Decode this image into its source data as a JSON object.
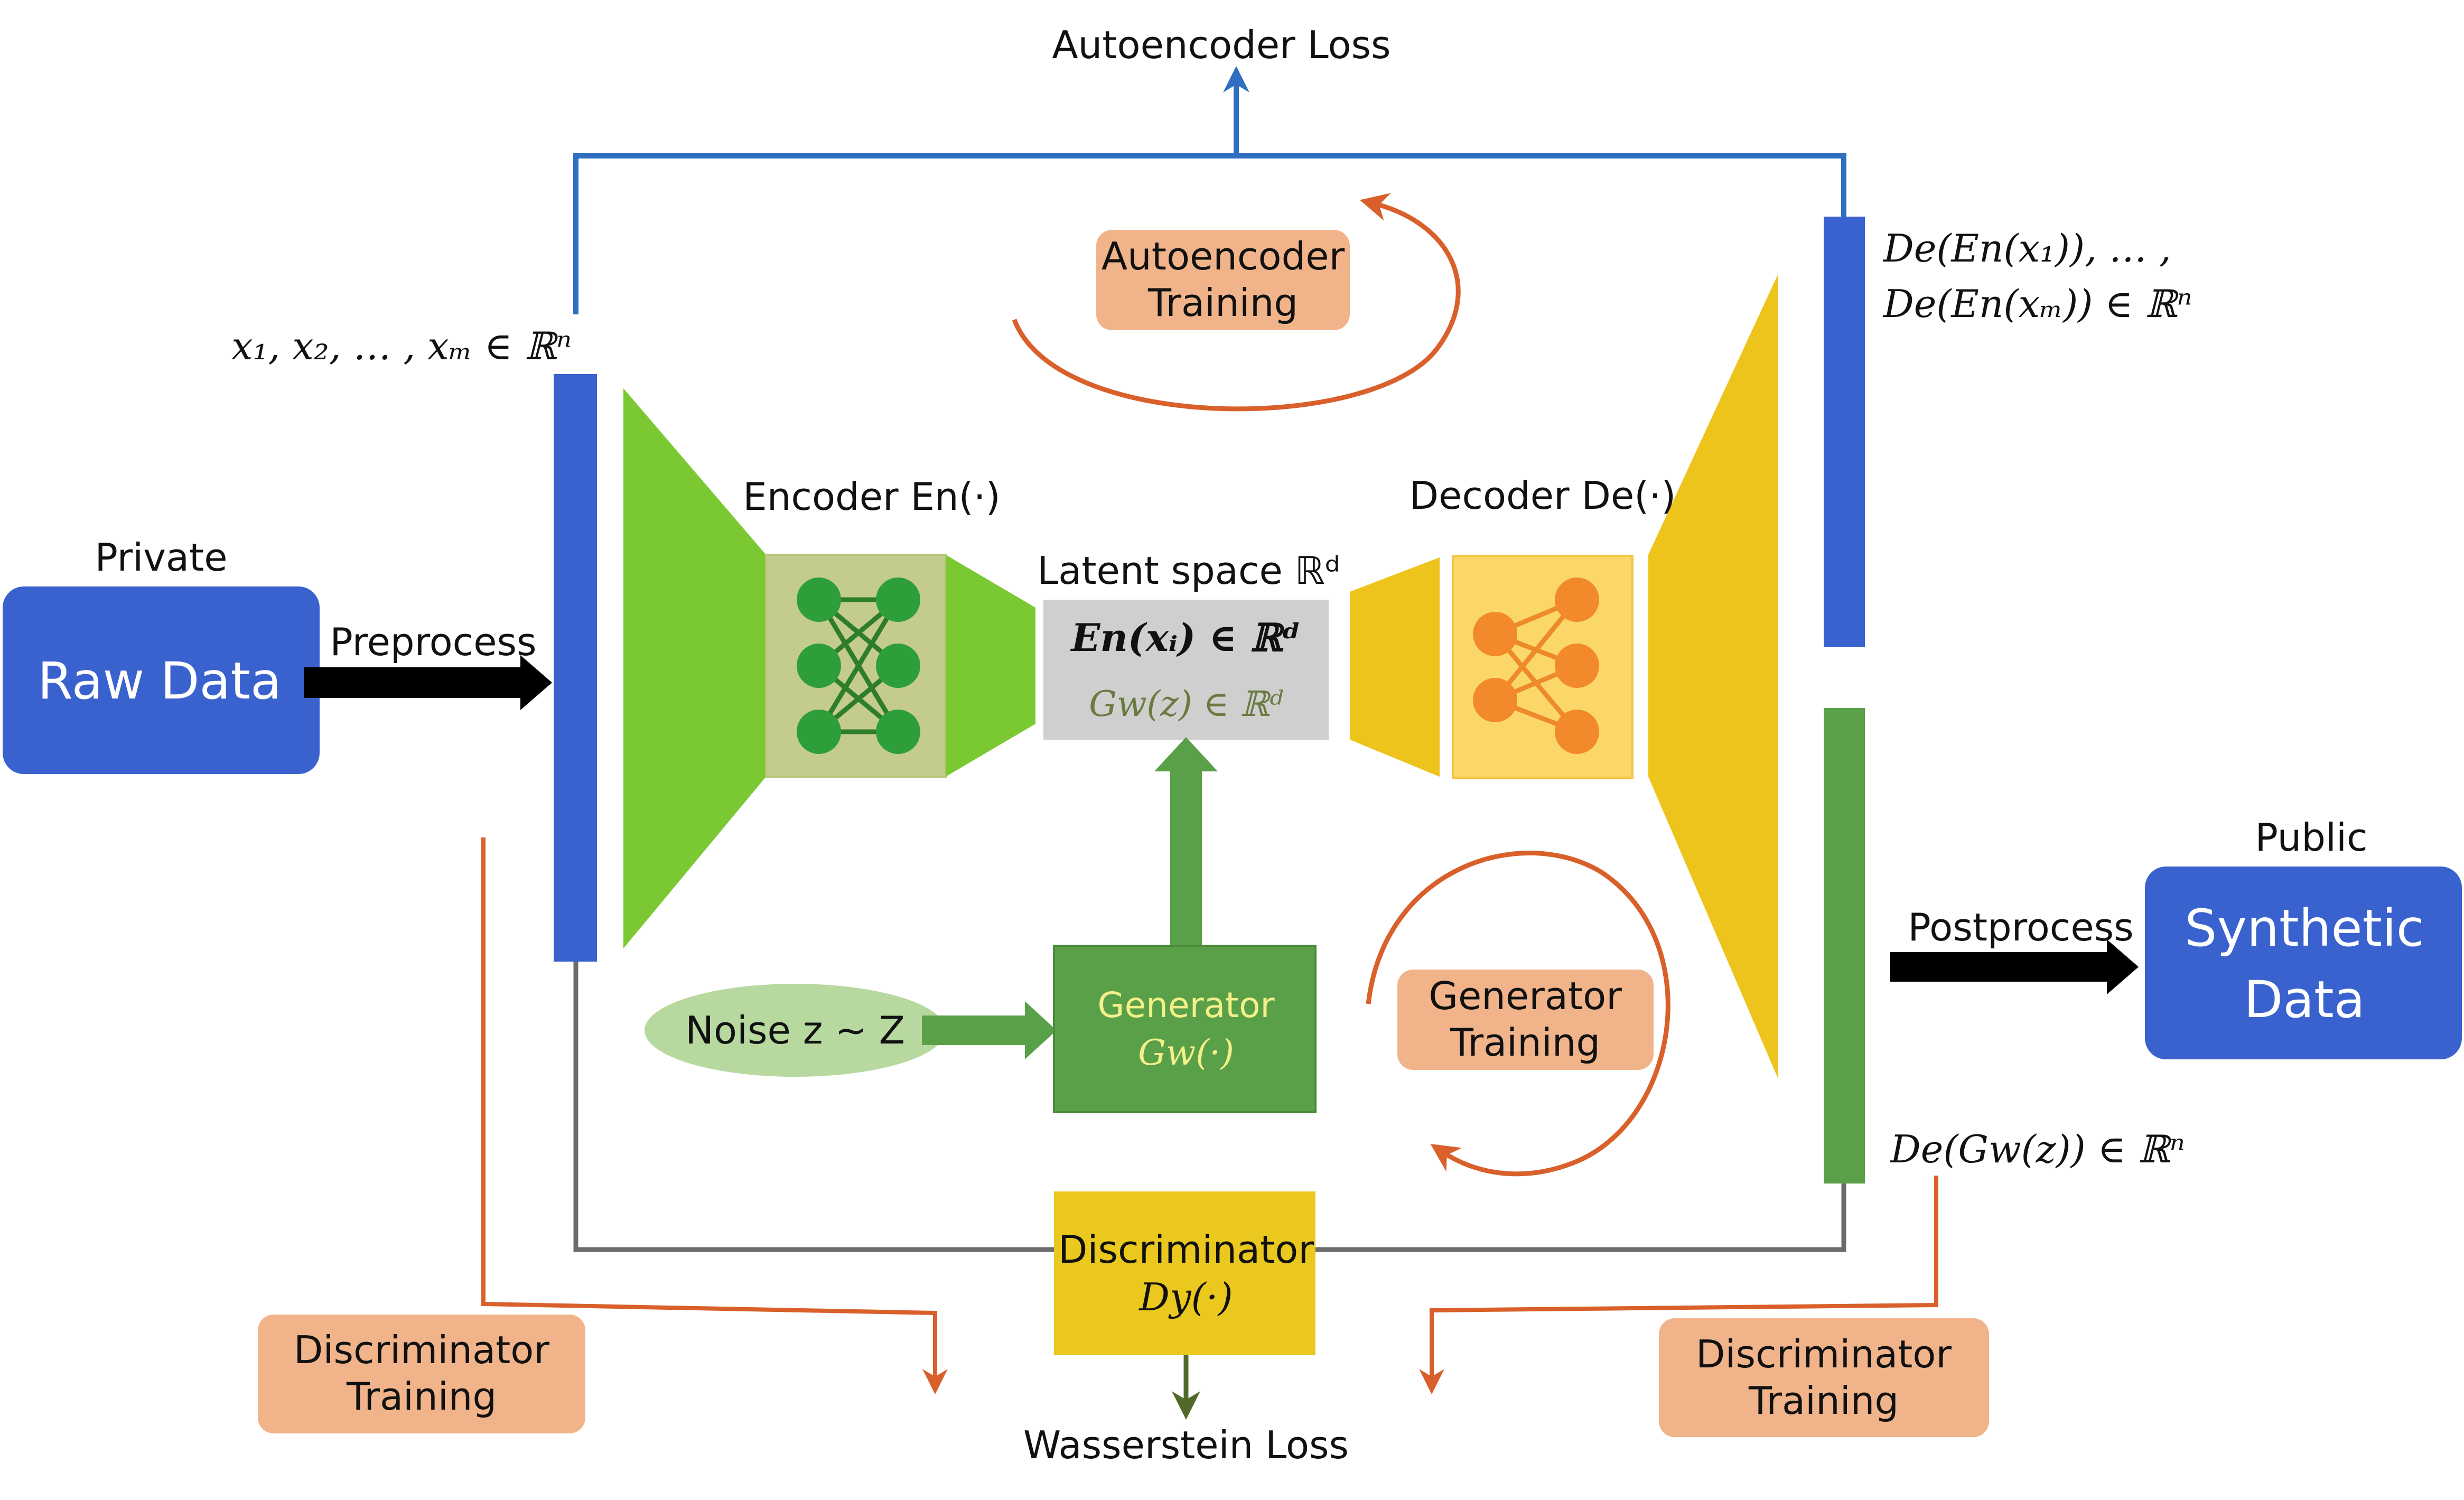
{
  "labels": {
    "autoencoder_loss": "Autoencoder Loss",
    "wasserstein_loss": "Wasserstein Loss",
    "private": "Private",
    "public": "Public",
    "raw_data": "Raw Data",
    "synthetic_data_line1": "Synthetic",
    "synthetic_data_line2": "Data",
    "preprocess": "Preprocess",
    "postprocess": "Postprocess",
    "input_set": "x₁, x₂, … , xₘ ∈ ℝⁿ",
    "reconstruction_line1": "De(En(x₁)), … ,",
    "reconstruction_line2": "De(En(xₘ)) ∈ ℝⁿ",
    "encoder": "Encoder En(·)",
    "decoder": "Decoder De(·)",
    "latent_space": "Latent space ℝᵈ",
    "latent_encoded": "En(xᵢ) ∈ ℝᵈ",
    "latent_generated": "Gw(z) ∈ ℝᵈ",
    "decoded_generated": "De(Gw(z)) ∈ ℝⁿ",
    "noise": "Noise z ~ Z",
    "generator_line1": "Generator",
    "generator_line2": "Gw(·)",
    "discriminator_line1": "Discriminator",
    "discriminator_line2": "Dy(·)",
    "autoencoder_training_line1": "Autoencoder",
    "autoencoder_training_line2": "Training",
    "generator_training_line1": "Generator",
    "generator_training_line2": "Training",
    "disc_training_left_line1": "Discriminator",
    "disc_training_left_line2": "Training",
    "disc_training_right_line1": "Discriminator",
    "disc_training_right_line2": "Training"
  },
  "colors": {
    "blue_box": "#3a62cf",
    "blue_line": "#2f6fc0",
    "encoder_green": "#7ac832",
    "decoder_yellow": "#ecc41c",
    "generator_green": "#5aa048",
    "discriminator_yellow": "#ebc81e",
    "training_peach": "#f1b48a",
    "training_arrow_orange": "#d9602a",
    "latent_gray": "#cfcfcf",
    "noise_green": "#b7d9a0",
    "loss_line_gray": "#6b6b6b"
  }
}
